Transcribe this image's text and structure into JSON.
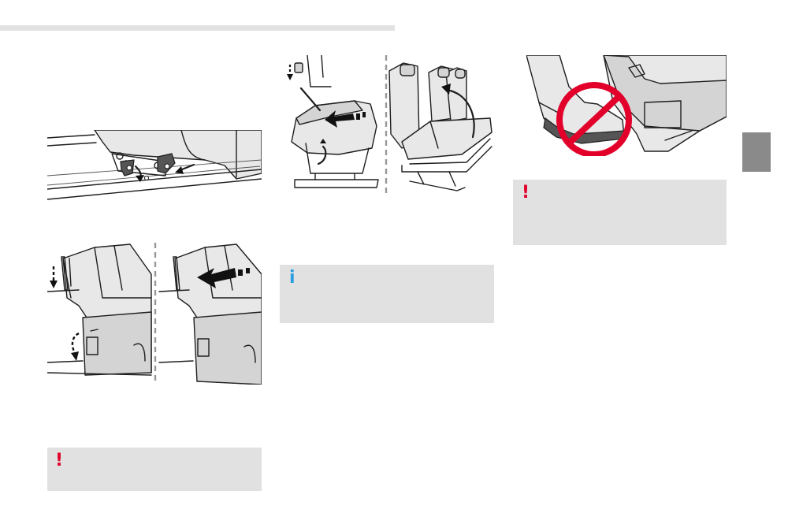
{
  "page": {
    "notes": [
      {
        "id": "warning-left",
        "type": "warning",
        "icon": "exclamation-icon",
        "symbol": "!",
        "color": "#e2002b"
      },
      {
        "id": "info-middle",
        "type": "info",
        "icon": "info-icon",
        "symbol": "i",
        "color": "#2a9fe0"
      },
      {
        "id": "warning-right",
        "type": "warning",
        "icon": "exclamation-icon",
        "symbol": "!",
        "color": "#e2002b"
      }
    ],
    "illustrations": [
      "seat-rail-latch-illustration",
      "bench-folding-dual-illustration",
      "seat-tumble-dual-illustration",
      "no-foot-prohibition-illustration"
    ],
    "colors": {
      "note_background": "#e1e1e1",
      "chapter_tab": "#8a8a8a",
      "header_bar": "#e2e2e2",
      "prohibition_red": "#e2002b"
    }
  }
}
